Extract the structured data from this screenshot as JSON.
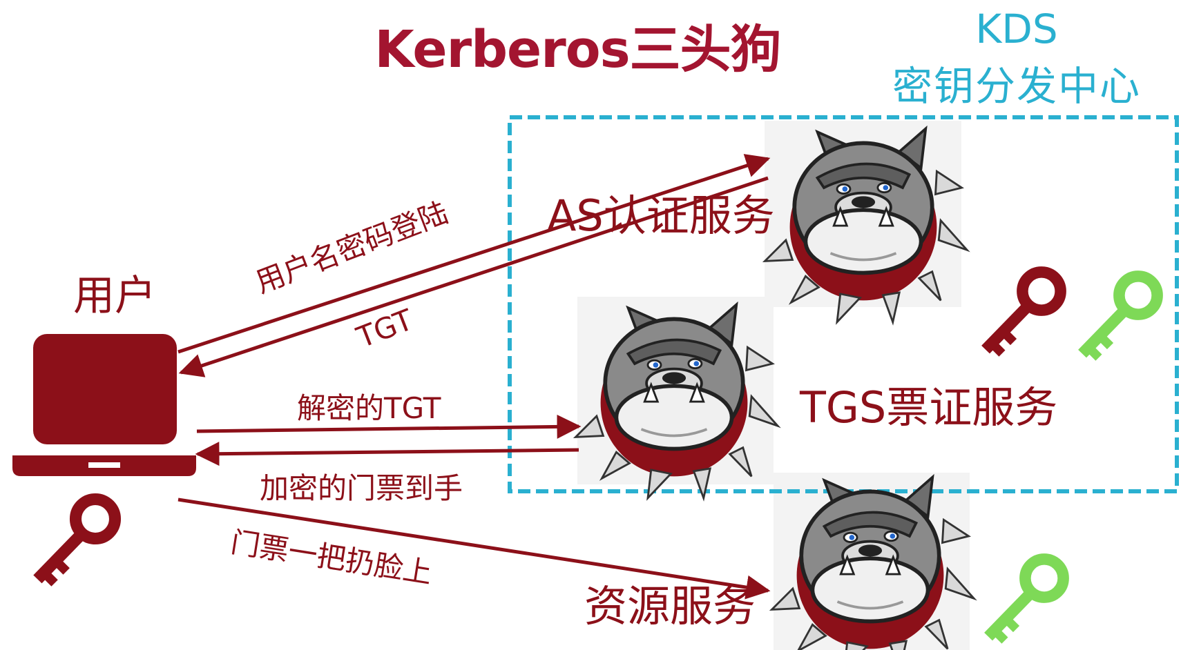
{
  "title": "Kerberos三头狗",
  "kds": {
    "title": "KDS",
    "subtitle": "密钥分发中心"
  },
  "user": {
    "label": "用户"
  },
  "services": {
    "as": "AS认证服务",
    "tgs": "TGS票证服务",
    "resource": "资源服务"
  },
  "arrows": {
    "login": "用户名密码登陆",
    "tgt": "TGT",
    "decrypted_tgt": "解密的TGT",
    "encrypted_ticket": "加密的门票到手",
    "ticket_to_face": "门票一把扔脸上"
  },
  "icons": {
    "user_device": "laptop-icon",
    "dog": "bulldog-guard-icon",
    "key": "key-icon"
  },
  "colors": {
    "primary_red": "#8c1019",
    "title_red": "#a31530",
    "kds_blue": "#2ab0d0",
    "key_green": "#7ed957"
  }
}
